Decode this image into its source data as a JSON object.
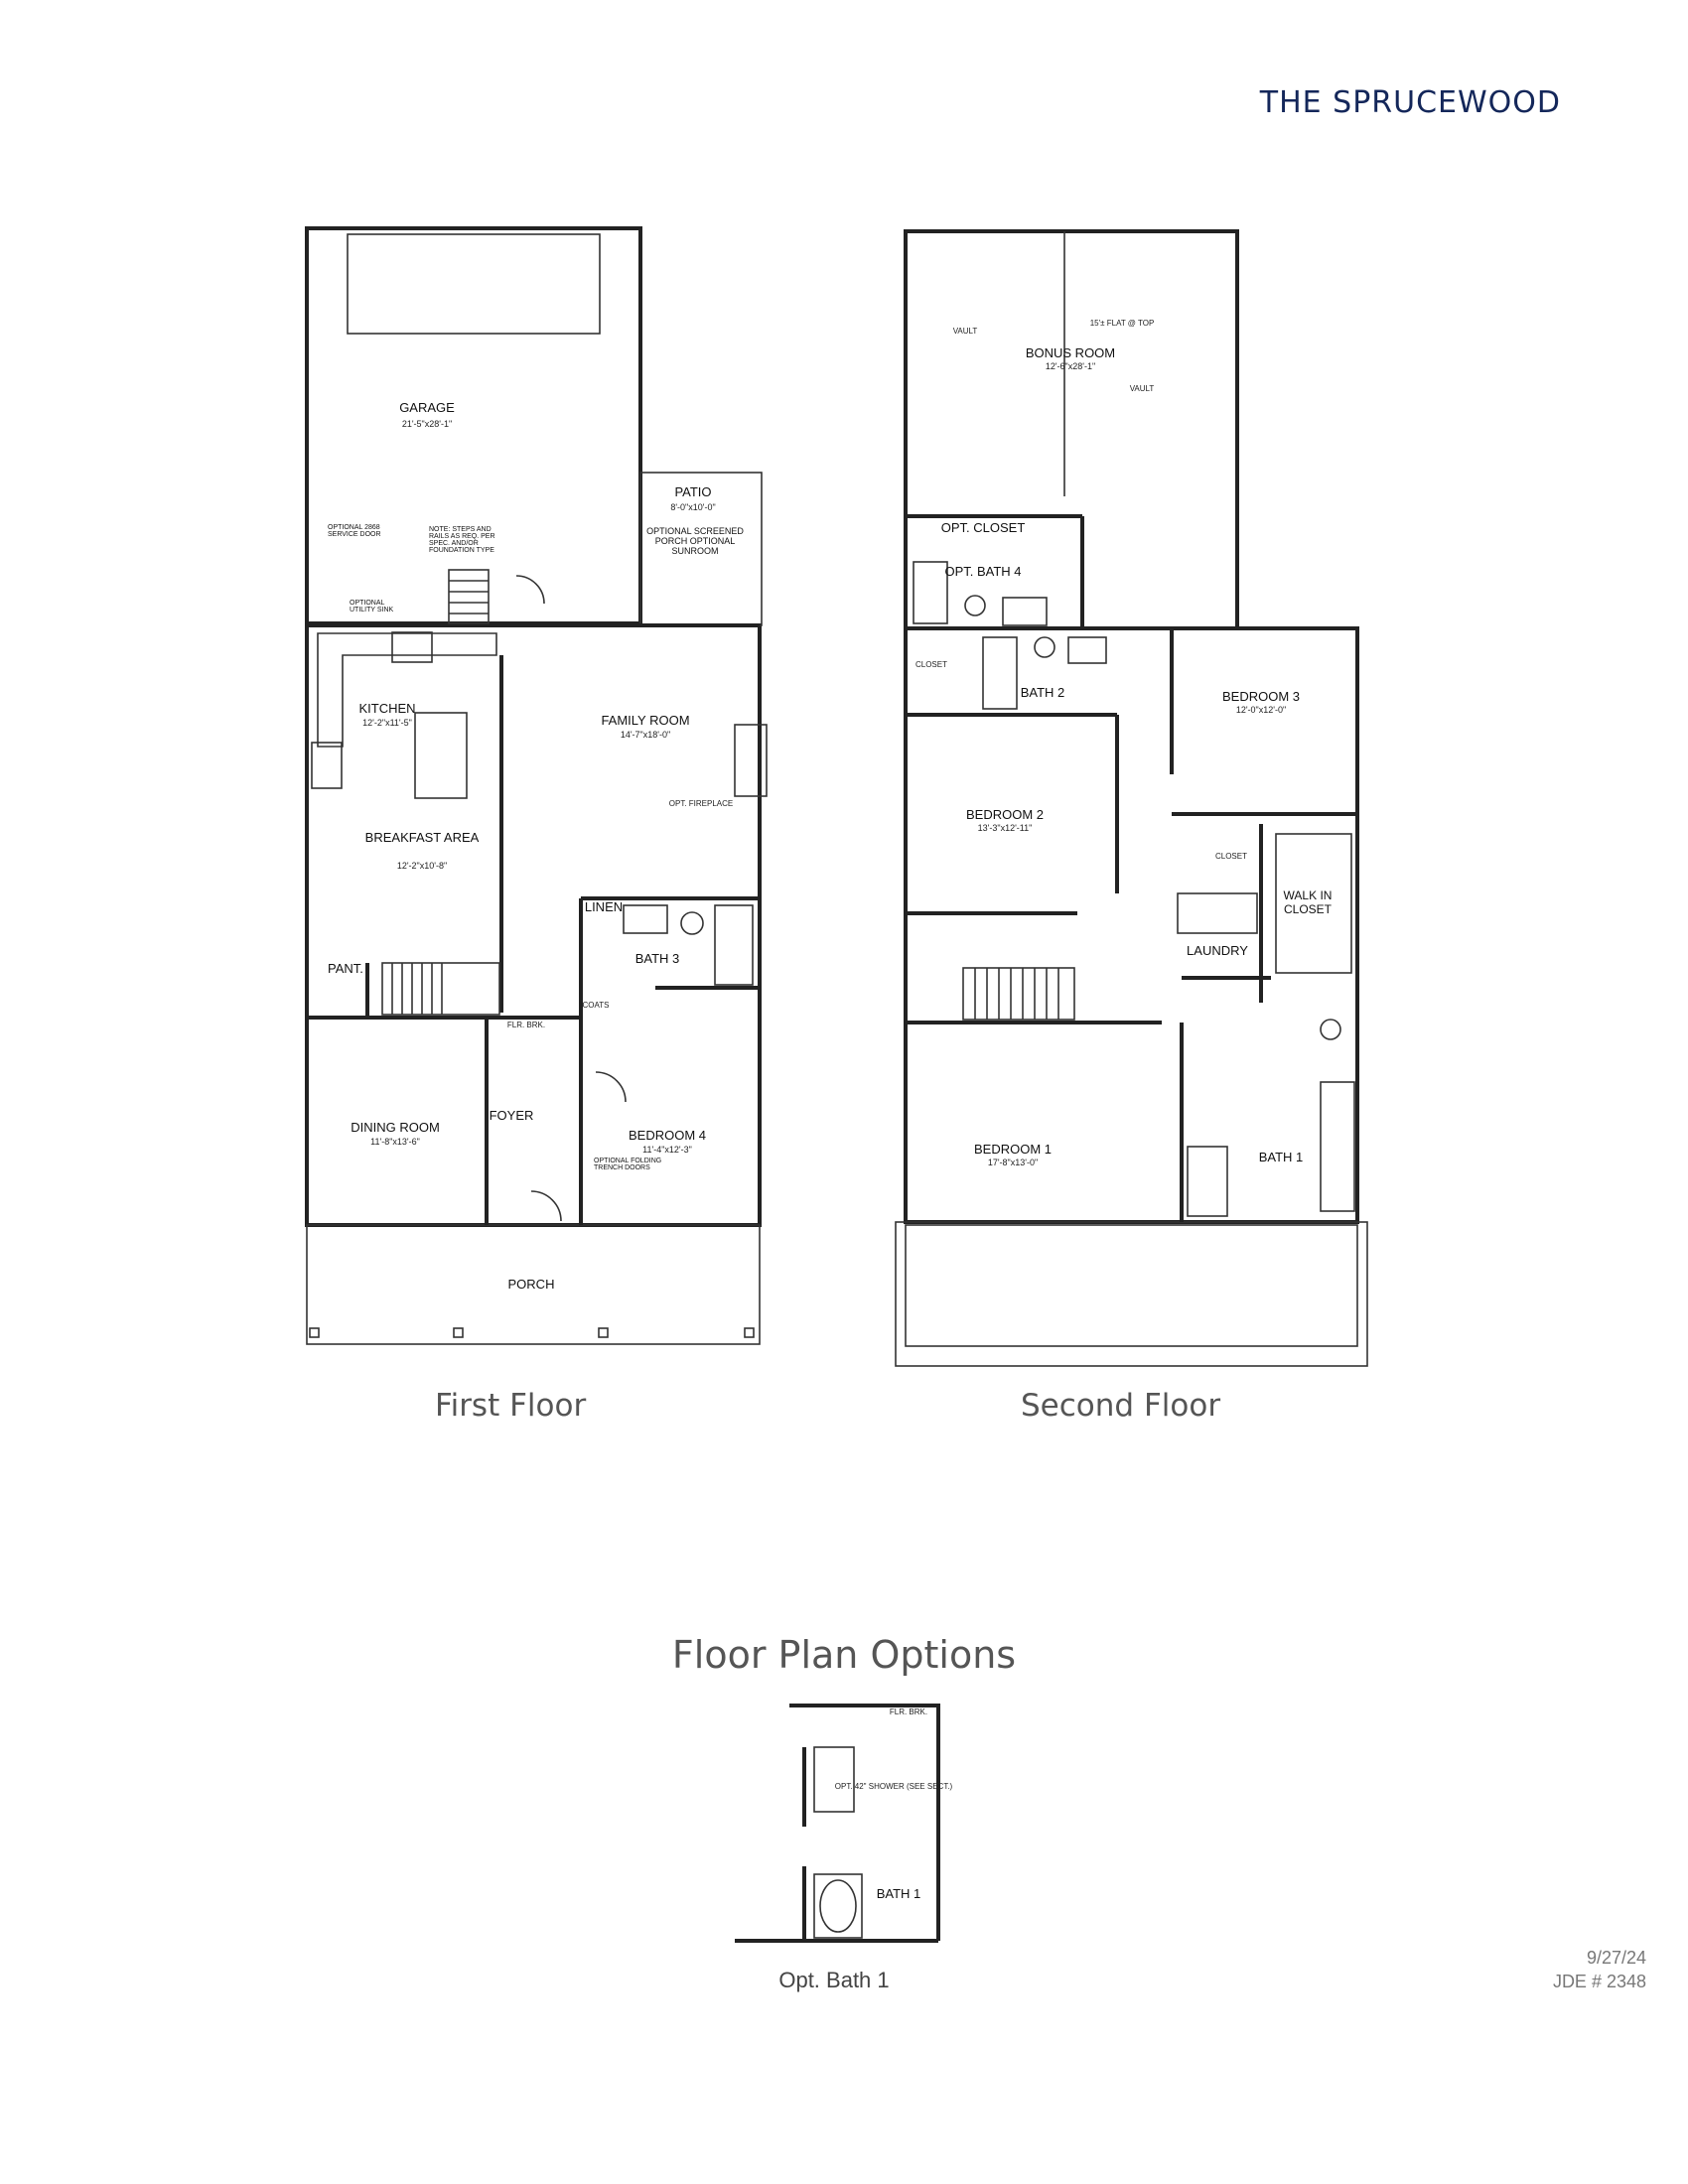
{
  "header": {
    "title": "THE SPRUCEWOOD"
  },
  "captions": {
    "first_floor": "First Floor",
    "second_floor": "Second Floor",
    "options_title": "Floor Plan Options",
    "opt_bath": "Opt. Bath 1"
  },
  "meta": {
    "date": "9/27/24",
    "job": "JDE # 2348"
  },
  "first_floor": {
    "garage": {
      "name": "GARAGE",
      "dim": "21'-5\"x28'-1\""
    },
    "patio": {
      "name": "PATIO",
      "dim": "8'-0\"x10'-0\"",
      "note": "OPTIONAL SCREENED PORCH OPTIONAL SUNROOM"
    },
    "kitchen": {
      "name": "KITCHEN",
      "dim": "12'-2\"x11'-5\""
    },
    "family": {
      "name": "FAMILY ROOM",
      "dim": "14'-7\"x18'-0\""
    },
    "breakfast": {
      "name": "BREAKFAST AREA",
      "dim": "12'-2\"x10'-8\""
    },
    "dining": {
      "name": "DINING ROOM",
      "dim": "11'-8\"x13'-6\""
    },
    "foyer": "FOYER",
    "bedroom4": {
      "name": "BEDROOM 4",
      "dim": "11'-4\"x12'-3\""
    },
    "bath3": "BATH 3",
    "linen": "LINEN",
    "coats": "COATS",
    "pant": "PANT.",
    "porch": "PORCH",
    "fireplace": "OPT. FIREPLACE",
    "service_door": "OPTIONAL 2868 SERVICE DOOR",
    "utility_sink": "OPTIONAL UTILITY SINK",
    "stair_note": "NOTE: STEPS AND RAILS AS REQ. PER SPEC. AND/OR FOUNDATION TYPE",
    "flr_brk": "FLR. BRK.",
    "trench": "OPTIONAL FOLDING TRENCH DOORS"
  },
  "second_floor": {
    "bonus": {
      "name": "BONUS ROOM",
      "dim": "12'-6\"x28'-1\""
    },
    "vault": "VAULT",
    "flat": "15'± FLAT @ TOP",
    "closet": "OPT. CLOSET",
    "bath4": "OPT. BATH 4",
    "closet2": "CLOSET",
    "bath2": "BATH 2",
    "bedroom3": {
      "name": "BEDROOM 3",
      "dim": "12'-0\"x12'-0\""
    },
    "bedroom2": {
      "name": "BEDROOM 2",
      "dim": "13'-3\"x12'-11\""
    },
    "closet3": "CLOSET",
    "walkin": "WALK IN CLOSET",
    "laundry": "LAUNDRY",
    "bedroom1": {
      "name": "BEDROOM 1",
      "dim": "17'-8\"x13'-0\""
    },
    "bath1": "BATH 1"
  },
  "option": {
    "bath": "BATH 1",
    "shower": "OPT. 42\" SHOWER (SEE SECT.)",
    "flr_brk": "FLR. BRK."
  }
}
